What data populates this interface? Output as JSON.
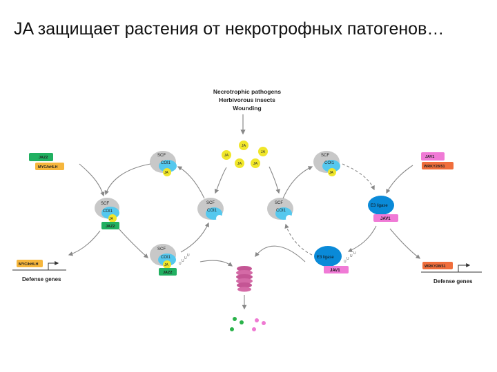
{
  "slide": {
    "title": "JA защищает растения от некротрофных патогенов…"
  },
  "diagram": {
    "triggers": [
      "Necrotrophic pathogens",
      "Herbivorous insects",
      "Wounding"
    ],
    "labels": {
      "scf": "SCF",
      "coi1": "COI1",
      "ja": "JA",
      "jaz2": "JAZ2",
      "myc_bhlh": "MYC/bHLH",
      "jav1": "JAV1",
      "wrky": "WRKY28/51",
      "e3_ligase": "E3 ligase",
      "ubiquitin": "U",
      "defense_genes": "Defense genes"
    },
    "colors": {
      "scf": "#c8c8c8",
      "coi1": "#55c8ee",
      "ja": "#f0e62a",
      "jaz2": "#21b061",
      "myc": "#f6b63c",
      "jav1": "#f07ad6",
      "wrky": "#f06e3c",
      "e3": "#0a8ad8",
      "proteasome": "#d46aa6",
      "fragment_green": "#2ab24a",
      "fragment_pink": "#ef79d2",
      "arrow": "#888888"
    }
  }
}
